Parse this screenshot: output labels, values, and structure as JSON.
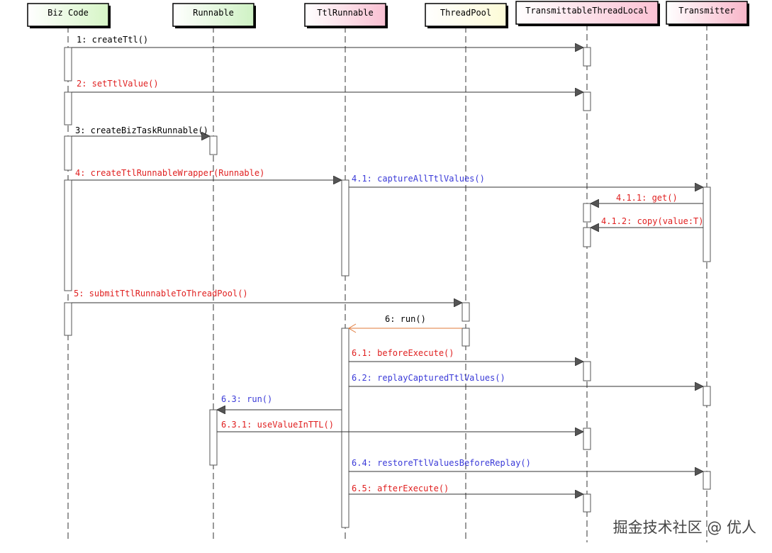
{
  "participants": [
    {
      "id": "biz",
      "label": "Biz Code",
      "color": "#d6f5c6"
    },
    {
      "id": "runnable",
      "label": "Runnable",
      "color": "#cff2c4"
    },
    {
      "id": "ttlrun",
      "label": "TtlRunnable",
      "color": "#f9c0d2"
    },
    {
      "id": "pool",
      "label": "ThreadPool",
      "color": "#fdfbd7"
    },
    {
      "id": "ttl",
      "label": "TransmittableThreadLocal",
      "color": "#fbc2d4"
    },
    {
      "id": "transmitter",
      "label": "Transmitter",
      "color": "#f8b6c9"
    }
  ],
  "messages": [
    {
      "id": "m1",
      "text": "1: createTtl()",
      "from": "biz",
      "to": "ttl",
      "color": "#000000",
      "kind": "sync"
    },
    {
      "id": "m2",
      "text": "2: setTtlValue()",
      "from": "biz",
      "to": "ttl",
      "color": "#e02020",
      "kind": "sync"
    },
    {
      "id": "m3",
      "text": "3: createBizTaskRunnable()",
      "from": "biz",
      "to": "runnable",
      "color": "#000000",
      "kind": "sync"
    },
    {
      "id": "m4",
      "text": "4: createTtlRunnableWrapper(Runnable)",
      "from": "biz",
      "to": "ttlrun",
      "color": "#e02020",
      "kind": "sync"
    },
    {
      "id": "m41",
      "text": "4.1: captureAllTtlValues()",
      "from": "ttlrun",
      "to": "transmitter",
      "color": "#3a3ad8",
      "kind": "sync"
    },
    {
      "id": "m411",
      "text": "4.1.1: get()",
      "from": "transmitter",
      "to": "ttl",
      "color": "#e02020",
      "kind": "sync"
    },
    {
      "id": "m412",
      "text": "4.1.2: copy(value:T)",
      "from": "transmitter",
      "to": "ttl",
      "color": "#e02020",
      "kind": "sync"
    },
    {
      "id": "m5",
      "text": "5: submitTtlRunnableToThreadPool()",
      "from": "biz",
      "to": "pool",
      "color": "#e02020",
      "kind": "sync"
    },
    {
      "id": "m6",
      "text": "6: run()",
      "from": "pool",
      "to": "ttlrun",
      "color": "#000000",
      "kind": "async"
    },
    {
      "id": "m61",
      "text": "6.1: beforeExecute()",
      "from": "ttlrun",
      "to": "ttl",
      "color": "#e02020",
      "kind": "sync"
    },
    {
      "id": "m62",
      "text": "6.2: replayCapturedTtlValues()",
      "from": "ttlrun",
      "to": "transmitter",
      "color": "#3a3ad8",
      "kind": "sync"
    },
    {
      "id": "m63",
      "text": "6.3: run()",
      "from": "ttlrun",
      "to": "runnable",
      "color": "#3a3ad8",
      "kind": "sync"
    },
    {
      "id": "m631",
      "text": "6.3.1: useValueInTTL()",
      "from": "runnable",
      "to": "ttl",
      "color": "#e02020",
      "kind": "sync"
    },
    {
      "id": "m64",
      "text": "6.4: restoreTtlValuesBeforeReplay()",
      "from": "ttlrun",
      "to": "transmitter",
      "color": "#3a3ad8",
      "kind": "sync"
    },
    {
      "id": "m65",
      "text": "6.5: afterExecute()",
      "from": "ttlrun",
      "to": "ttl",
      "color": "#e02020",
      "kind": "sync"
    }
  ],
  "colors": {
    "async_arrow": "#e07a3a",
    "header_shadow": "#000000"
  },
  "watermark": "掘金技术社区 @ 优人"
}
